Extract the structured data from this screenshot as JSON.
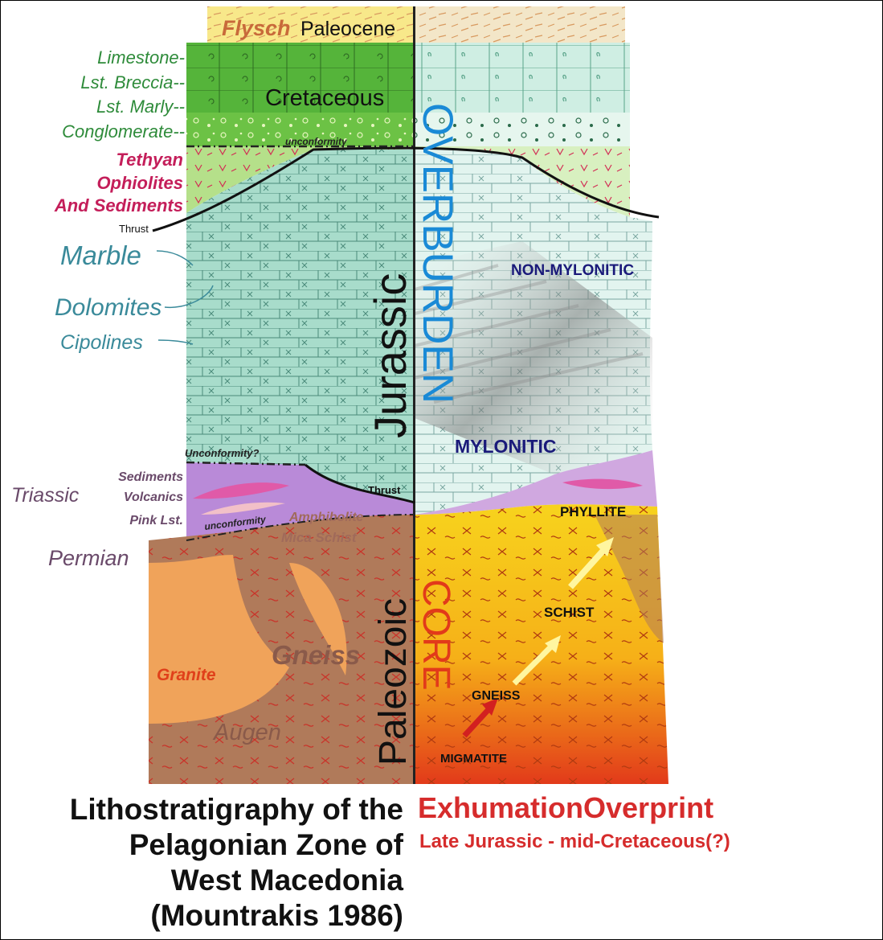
{
  "left_labels": {
    "limestone": "Limestone-",
    "lst_breccia": "Lst. Breccia--",
    "lst_marly": "Lst. Marly--",
    "conglomerate": "Conglomerate--",
    "tethyan": "Tethyan",
    "ophiolites": "Ophiolites",
    "and_sediments": "And Sediments",
    "thrust": "Thrust",
    "marble": "Marble",
    "dolomites": "Dolomites",
    "cipolines": "Cipolines",
    "sediments": "Sediments",
    "triassic": "Triassic",
    "volcanics": "Volcanics",
    "pink_lst": "Pink Lst.",
    "permian": "Permian"
  },
  "column_labels": {
    "flysch": "Flysch",
    "paleocene": "Paleocene",
    "cretaceous": "Cretaceous",
    "unconformity_top": "unconformity",
    "unconformity_q": "Unconformity?",
    "unconformity_low": "unconformity",
    "thrust_low": "Thrust",
    "amphibolite": "Amphibolite",
    "mica_schist": "Mica Schist",
    "gneiss_left": "Gneiss",
    "granite": "Granite",
    "augen": "Augen",
    "jurassic": "Jurassic",
    "paleozoic": "Paleozoic",
    "overburden": "OVERBURDEN",
    "core": "CORE",
    "non_mylonitic": "NON-MYLONITIC",
    "mylonitic": "MYLONITIC",
    "phyllite": "PHYLLITE",
    "schist": "SCHIST",
    "gneiss_right": "GNEISS",
    "migmatite": "MIGMATITE"
  },
  "title_left": {
    "line1": "Lithostratigraphy of the",
    "line2": "Pelagonian Zone of",
    "line3": "West Macedonia",
    "line4": "(Mountrakis 1986)"
  },
  "title_right": {
    "line1": "ExhumationOverprint",
    "line2": "Late Jurassic - mid-Cretaceous(?)"
  },
  "colors": {
    "flysch": "#f8e88a",
    "limestone_green": "#55b43a",
    "limestone_light": "#cfeee3",
    "ophiolite": "#b5e08a",
    "marble": "#a8dccb",
    "marble_light": "#e2f4ef",
    "triassic_purple": "#b98ad8",
    "permian_brown": "#b07a5a",
    "granite_orange": "#f0a35a",
    "core_yellow": "#f7d31d",
    "core_red": "#e23a1a",
    "blue_label": "#1a8ad6",
    "navy_label": "#1a1a7a",
    "green_label": "#2e8b3a",
    "magenta_label": "#c41e5a",
    "teal_label": "#3a8a9a"
  }
}
